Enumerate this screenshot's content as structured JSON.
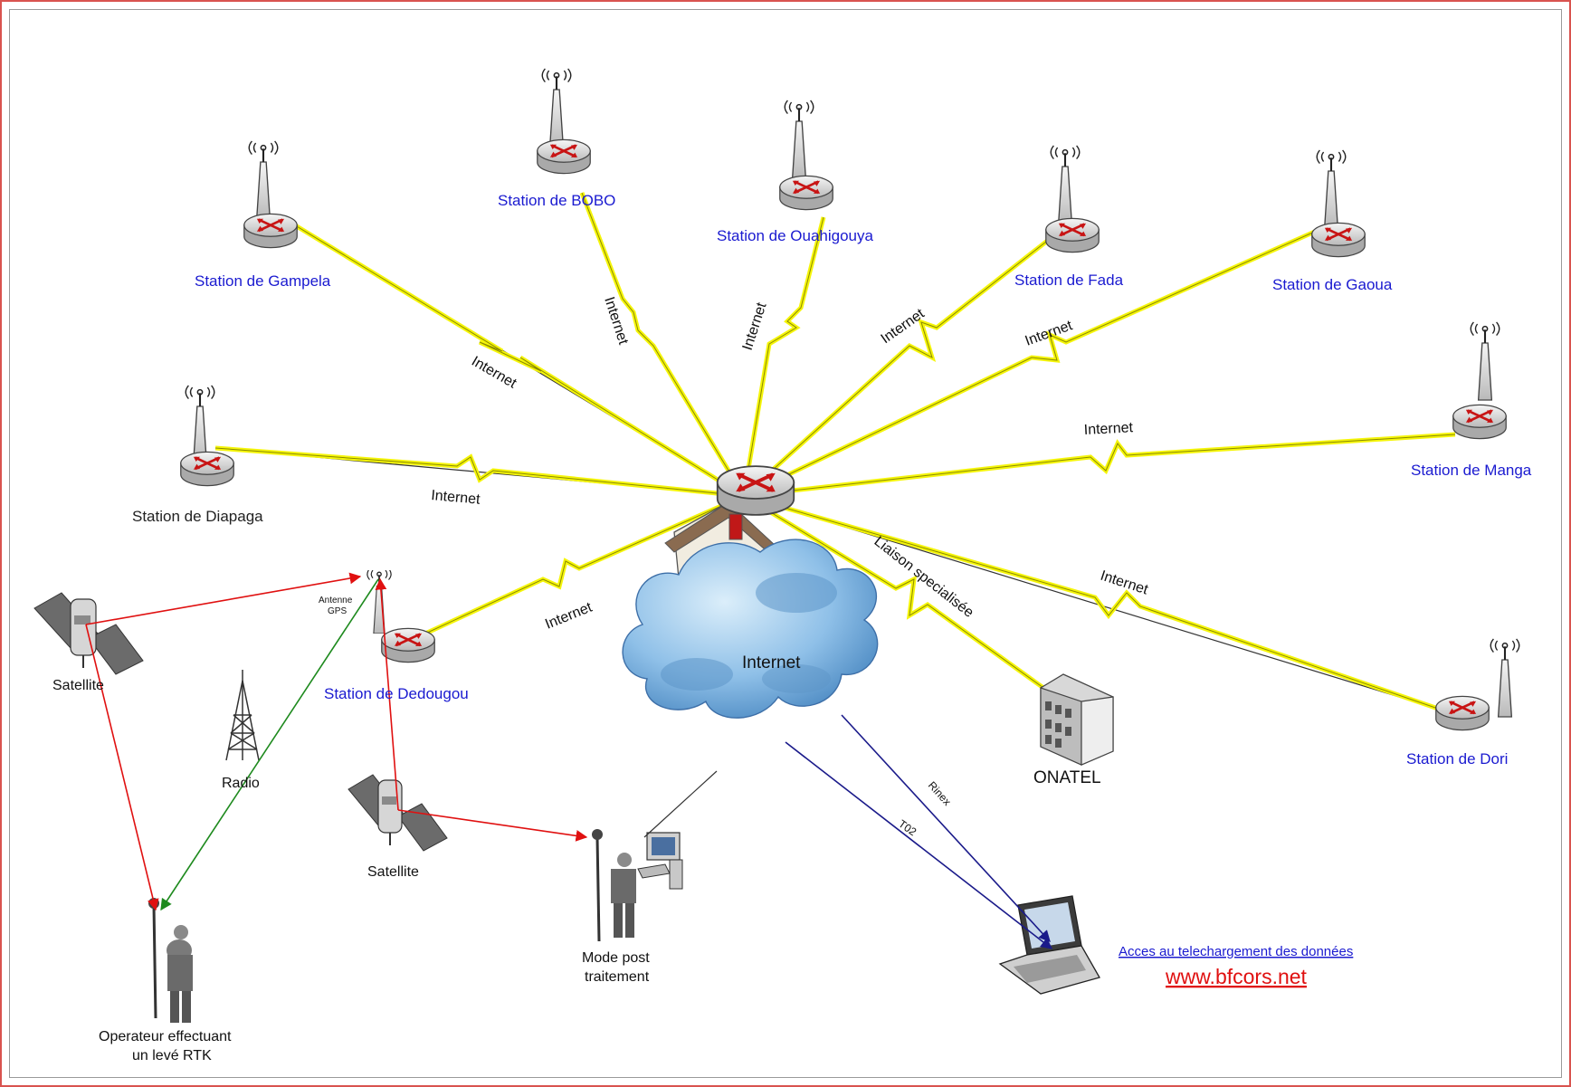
{
  "stations": [
    {
      "id": "gampela",
      "label": "Station de Gampela",
      "color": "#1a1ad0"
    },
    {
      "id": "bobo",
      "label": "Station de BOBO",
      "color": "#1a1ad0"
    },
    {
      "id": "ouahigouya",
      "label": "Station  de Ouahigouya",
      "color": "#1a1ad0"
    },
    {
      "id": "fada",
      "label": "Station de Fada",
      "color": "#1a1ad0"
    },
    {
      "id": "gaoua",
      "label": "Station de Gaoua",
      "color": "#1a1ad0"
    },
    {
      "id": "manga",
      "label": "Station de Manga",
      "color": "#1a1ad0"
    },
    {
      "id": "diapaga",
      "label": "Station de Diapaga",
      "color": "#222222"
    },
    {
      "id": "dedougou",
      "label": "Station de Dedougou",
      "color": "#1a1ad0"
    },
    {
      "id": "dori",
      "label": "Station de Dori",
      "color": "#1a1ad0"
    }
  ],
  "links": {
    "internet": "Internet",
    "liaison": "Liaison specialisée",
    "rinex": "Rinex",
    "t02": "T02"
  },
  "cloud_label": "Internet",
  "onatel_label": "ONATEL",
  "satellite_label": "Satellite",
  "antenna_label": [
    "Antenne",
    "GPS"
  ],
  "radio_label": "Radio",
  "operator_label": [
    "Operateur effectuant",
    "un levé RTK"
  ],
  "post_label": [
    "Mode post",
    "traitement"
  ],
  "access_label": "Acces au  telechargement des données",
  "url_label": "www.bfcors.net",
  "colors": {
    "link_yellow": "#f5f50a",
    "red": "#e01010",
    "green": "#1e8a1e",
    "navy": "#1a1a8a",
    "blue_text": "#1a1ad0",
    "url": "#e01010"
  }
}
